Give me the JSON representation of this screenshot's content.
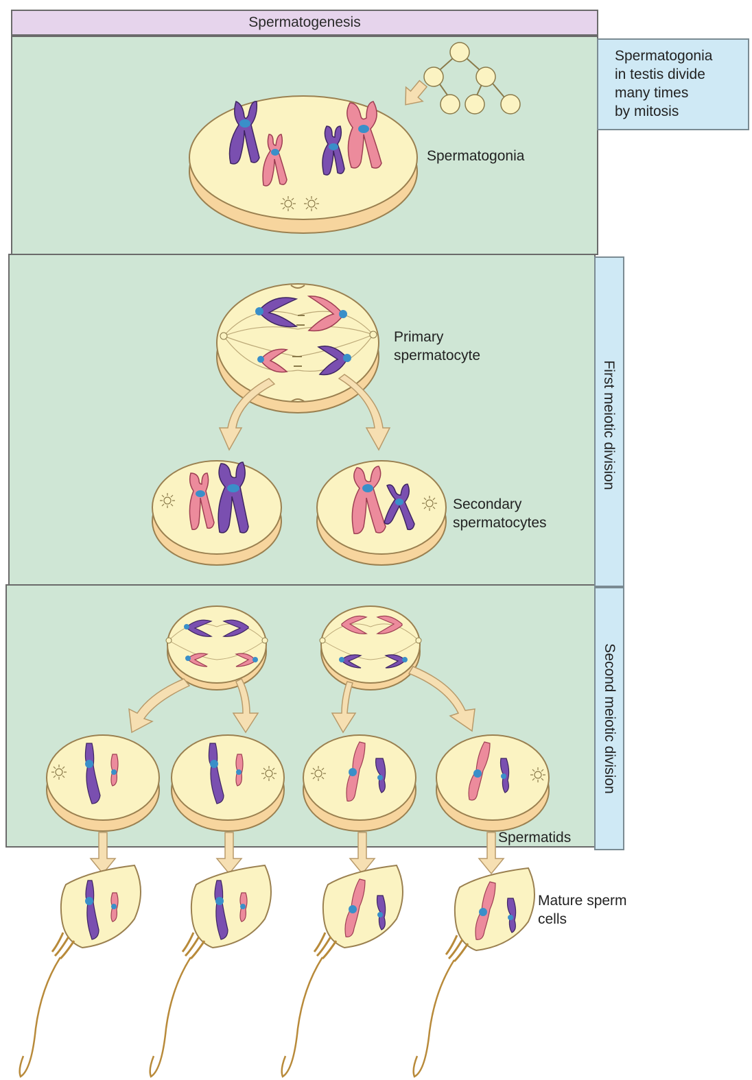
{
  "title": "Spermatogenesis",
  "side_notes": {
    "mitosis_note_lines": [
      "Spermatogonia",
      "in testis divide",
      "many times",
      "by mitosis"
    ],
    "first_division": "First meiotic division",
    "second_division": "Second meiotic division"
  },
  "labels": {
    "spermatogonia": "Spermatogonia",
    "primary_line1": "Primary",
    "primary_line2": "spermatocyte",
    "secondary_line1": "Secondary",
    "secondary_line2": "spermatocytes",
    "spermatids": "Spermatids",
    "mature_line1": "Mature sperm",
    "mature_line2": "cells"
  },
  "colors": {
    "panel": "#cfe6d5",
    "side_box": "#cfe9f5",
    "title_bar": "#e6d4ec",
    "cell": "#fbf3c2",
    "cell_shadow": "#f7d59e",
    "purple_chromosome": "#7a4fb0",
    "pink_chromosome": "#ec8b9c",
    "centromere": "#3a8fc9",
    "arrow": "#f6dfb2"
  }
}
